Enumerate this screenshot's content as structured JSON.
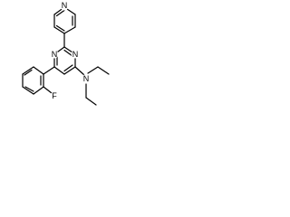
{
  "structure": {
    "atom_labels": {
      "pyridine_n": "N",
      "pyrimidine_n1": "N",
      "pyrimidine_n3": "N",
      "amine_n": "N",
      "fluorine": "F"
    }
  }
}
